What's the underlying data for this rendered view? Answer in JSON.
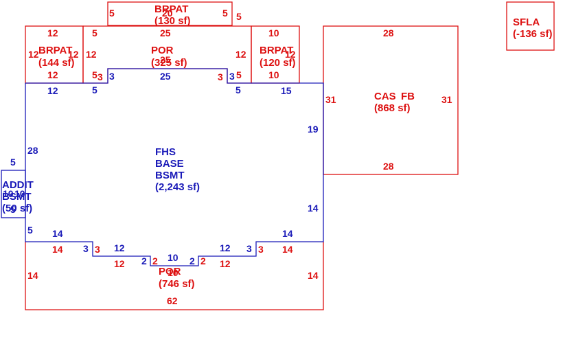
{
  "areas": {
    "brpat_top": {
      "code": "BRPAT",
      "area": "(130 sf)"
    },
    "brpat_left": {
      "code": "BRPAT",
      "area": "(144 sf)"
    },
    "por_top": {
      "code": "POR",
      "area": "(325 sf)"
    },
    "brpat_right": {
      "code": "BRPAT",
      "area": "(120 sf)"
    },
    "cas_fb": {
      "code": "CAS",
      "code2": "FB",
      "area": "(868 sf)"
    },
    "sfla": {
      "code": "SFLA",
      "area": "(-136 sf)"
    },
    "main": {
      "code1": "FHS",
      "code2": "BASE",
      "code3": "BSMT",
      "area": "(2,243 sf)"
    },
    "addit": {
      "code1": "ADDIT",
      "code2": "BSMT",
      "area": "(50 sf)"
    },
    "por_bottom": {
      "code": "POR",
      "area": "(746 sf)"
    }
  },
  "dims": {
    "t5a": "5",
    "t20": "20",
    "t5b": "5",
    "t5c": "5",
    "l12a": "12",
    "l12b": "12",
    "l12c": "12",
    "l12d": "12",
    "l5a": "5",
    "p5a": "5",
    "p25a": "25",
    "p12a": "12",
    "p25b": "25",
    "p3a": "3",
    "p3b": "3",
    "p5b": "5",
    "r10a": "10",
    "r12a": "12",
    "r12b": "12",
    "r10b": "10",
    "c28a": "28",
    "c31a": "31",
    "c31b": "31",
    "c28b": "28",
    "m12": "12",
    "m5a": "5",
    "m3a": "3",
    "m25": "25",
    "m3b": "3",
    "m5b": "5",
    "m15": "15",
    "m28": "28",
    "m19": "19",
    "m14a": "14",
    "m5c": "5",
    "m14b": "14",
    "m14c": "14",
    "m3c": "3",
    "m12b": "12",
    "m2a": "2",
    "m10": "10",
    "m2b": "2",
    "m12c": "12",
    "m3d": "3",
    "a5a": "5",
    "a10a": "10",
    "a10b": "10",
    "a5b": "5",
    "b14a": "14",
    "b3a": "3",
    "b12a": "12",
    "b2a": "2",
    "b10": "10",
    "b2b": "2",
    "b12b": "12",
    "b3b": "3",
    "b14b": "14",
    "b14c": "14",
    "b14d": "14",
    "b62": "62"
  }
}
